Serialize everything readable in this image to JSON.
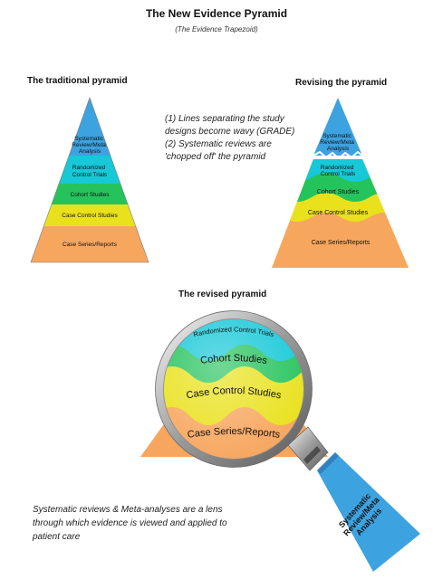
{
  "title": "The New Evidence Pyramid",
  "subtitle": "(The Evidence Trapezoid)",
  "traditional": {
    "heading": "The traditional pyramid",
    "levels": [
      {
        "label": [
          "Systematic",
          "Review/Meta",
          "Analysis"
        ],
        "color": "#3da2e0"
      },
      {
        "label": [
          "Randomized",
          "Control Trials"
        ],
        "color": "#16c8d8"
      },
      {
        "label": [
          "Cohort Studies"
        ],
        "color": "#25c35c"
      },
      {
        "label": [
          "Case Control Studies"
        ],
        "color": "#e9e11b"
      },
      {
        "label": [
          "Case Series/Reports"
        ],
        "color": "#f7a65e"
      }
    ]
  },
  "revising": {
    "heading": "Revising the pyramid",
    "levels": [
      {
        "label": [
          "Systematic",
          "Review/Meta",
          "Analysis"
        ]
      },
      {
        "label": [
          "Randomized",
          "Control Trials"
        ]
      },
      {
        "label": [
          "Cohort Studies"
        ]
      },
      {
        "label": [
          "Case Control Studies"
        ]
      },
      {
        "label": [
          "Case Series/Reports"
        ]
      }
    ]
  },
  "notes": [
    "(1) Lines separating the study designs become wavy (GRADE)",
    "(2) Systematic reviews are 'chopped off' the pyramid"
  ],
  "revised": {
    "heading": "The revised pyramid",
    "levels": [
      {
        "label": "Randomized Control Trials"
      },
      {
        "label": "Cohort Studies"
      },
      {
        "label": "Case Control Studies"
      },
      {
        "label": "Case Series/Reports"
      }
    ],
    "lens_label": [
      "Systematic",
      "Review/Meta",
      "Analysis"
    ]
  },
  "lens_caption": "Systematic reviews & Meta-analyses are a lens through which evidence is viewed and applied to patient care",
  "colors": {
    "blue": "#3da2e0",
    "cyan": "#16c8d8",
    "green": "#25c35c",
    "yellow": "#e9e11b",
    "orange": "#f7a65e"
  }
}
